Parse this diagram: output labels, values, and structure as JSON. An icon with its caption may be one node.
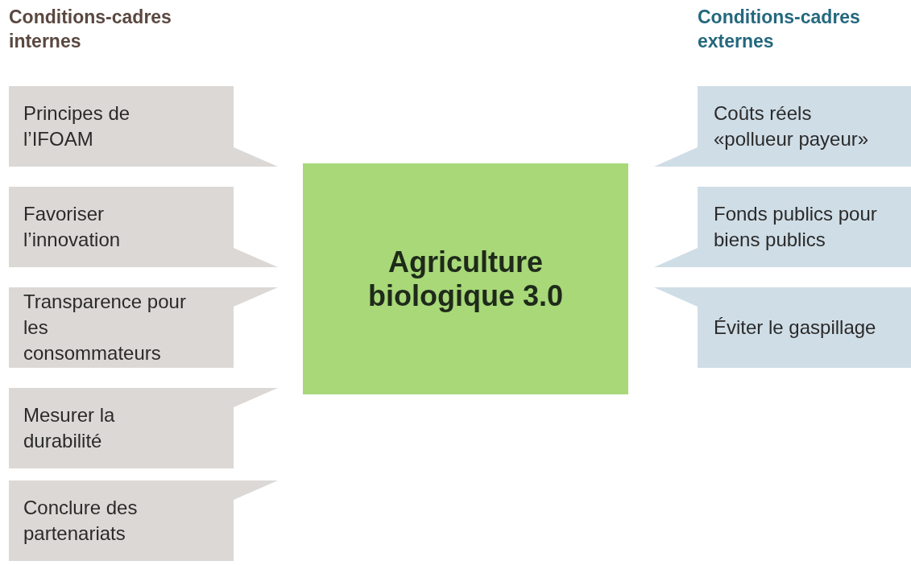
{
  "diagram": {
    "nodes": [
      {
        "text": [
          "Principes de l’IFOAM"
        ]
      },
      {
        "text": [
          "Favoriser l’innovation"
        ]
      },
      {
        "text": [
          "Transparence pour les consommateurs"
        ]
      },
      {
        "text": [
          "Mesurer la durabilité"
        ]
      },
      {
        "text": [
          "Conclure des partenariats"
        ]
      },
      {
        "text": [
          "Agriculture biologique 3.0"
        ]
      },
      {
        "text": [
          "Coûts réels «pollueur payeur»"
        ]
      },
      {
        "text": [
          "Fonds publics pour biens publics"
        ]
      },
      {
        "text": [
          "Éviter le gaspillage"
        ]
      }
    ],
    "labels": [
      "Conditions-cadres internes",
      "Conditions-cadres externes"
    ]
  }
}
